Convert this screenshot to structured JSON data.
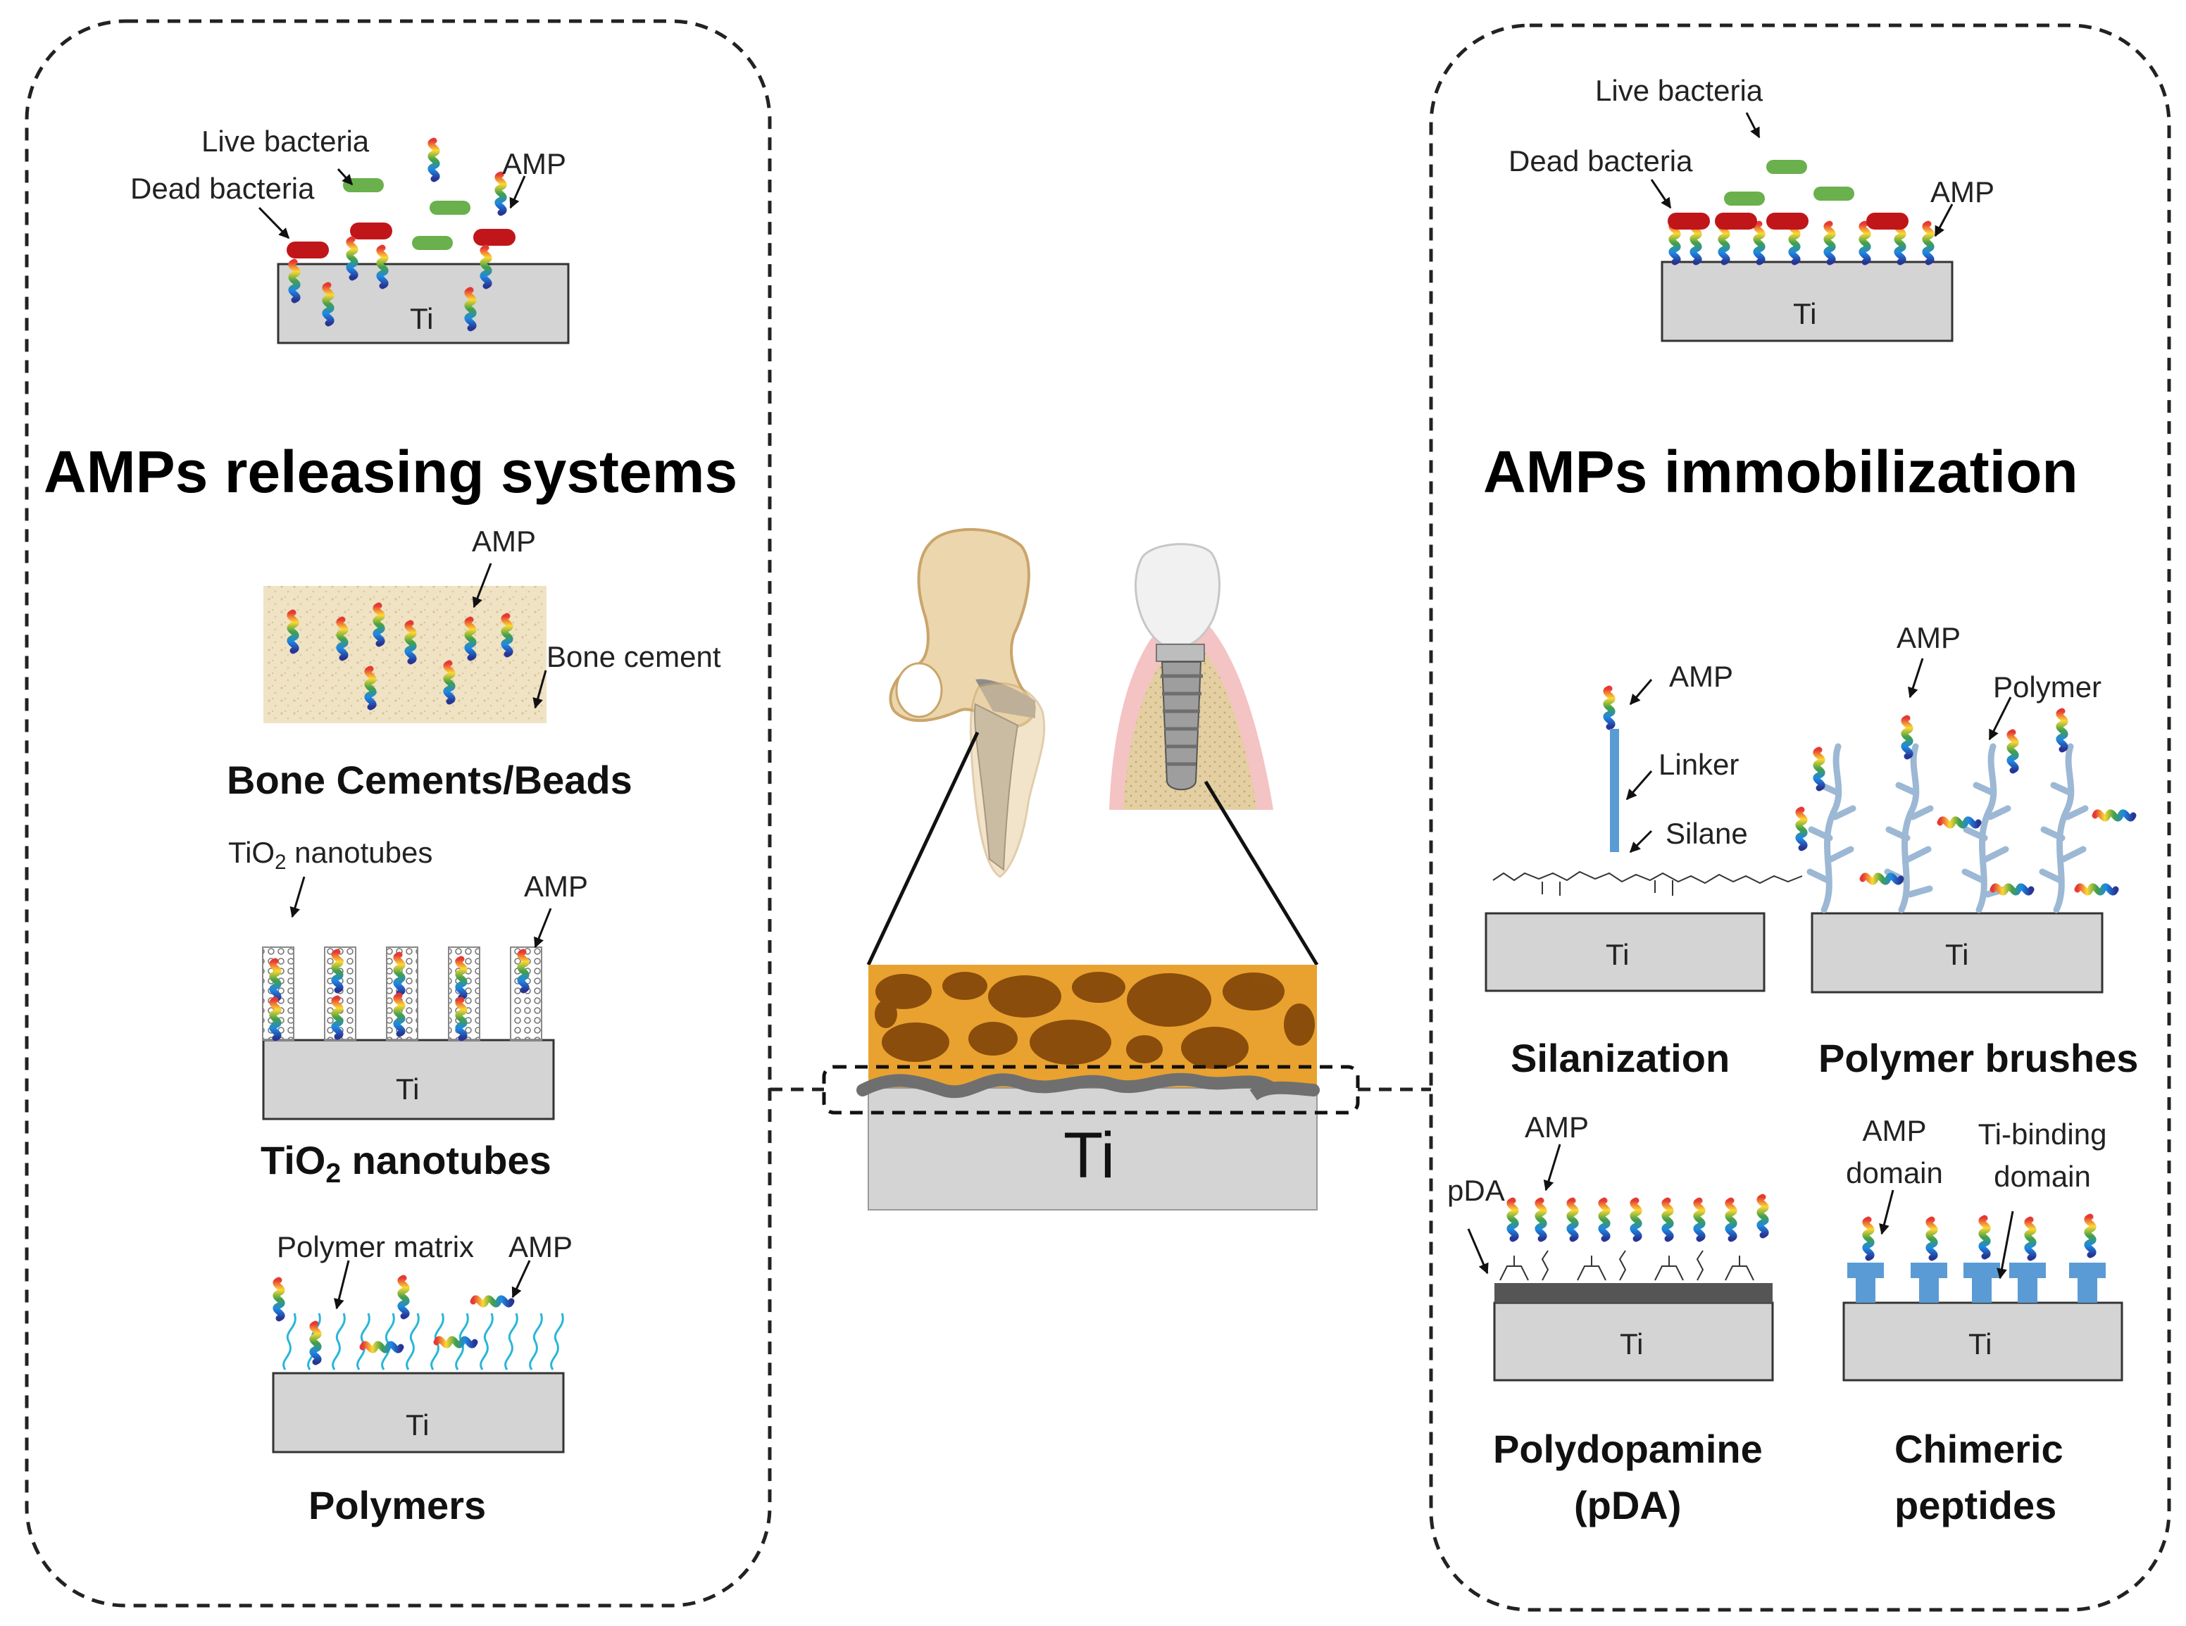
{
  "left_panel": {
    "heading": "AMPs releasing systems",
    "top": {
      "live_bacteria": "Live bacteria",
      "dead_bacteria": "Dead bacteria",
      "amp": "AMP",
      "ti": "Ti"
    },
    "bone_cement": {
      "amp": "AMP",
      "label": "Bone cement",
      "caption": "Bone Cements/Beads"
    },
    "nanotubes": {
      "label": "TiO",
      "label_sub": "2",
      "label_rest": " nanotubes",
      "amp": "AMP",
      "ti": "Ti",
      "caption": "TiO",
      "caption_sub": "2",
      "caption_rest": " nanotubes"
    },
    "polymers": {
      "matrix": "Polymer matrix",
      "amp": "AMP",
      "ti": "Ti",
      "caption": "Polymers"
    }
  },
  "center": {
    "ti": "Ti"
  },
  "right_panel": {
    "heading": "AMPs immobilization",
    "top": {
      "live_bacteria": "Live bacteria",
      "dead_bacteria": "Dead bacteria",
      "amp": "AMP",
      "ti": "Ti"
    },
    "silanization": {
      "amp": "AMP",
      "linker": "Linker",
      "silane": "Silane",
      "ti": "Ti",
      "caption": "Silanization"
    },
    "brushes": {
      "amp": "AMP",
      "polymer": "Polymer",
      "ti": "Ti",
      "caption": "Polymer brushes"
    },
    "pda": {
      "amp": "AMP",
      "pda": "pDA",
      "ti": "Ti",
      "caption_1": "Polydopamine",
      "caption_2": "(pDA)"
    },
    "chimeric": {
      "amp_1": "AMP",
      "amp_2": "domain",
      "tib_1": "Ti-binding",
      "tib_2": "domain",
      "ti": "Ti",
      "caption_1": "Chimeric",
      "caption_2": "peptides"
    }
  },
  "colors": {
    "ti_fill": "#d4d4d4",
    "bacteria_live": "#6ab04c",
    "bacteria_dead": "#c0161a",
    "linker": "#5b9bd5",
    "bone": "#e9a22f",
    "polymer": "#9cb8d4"
  }
}
